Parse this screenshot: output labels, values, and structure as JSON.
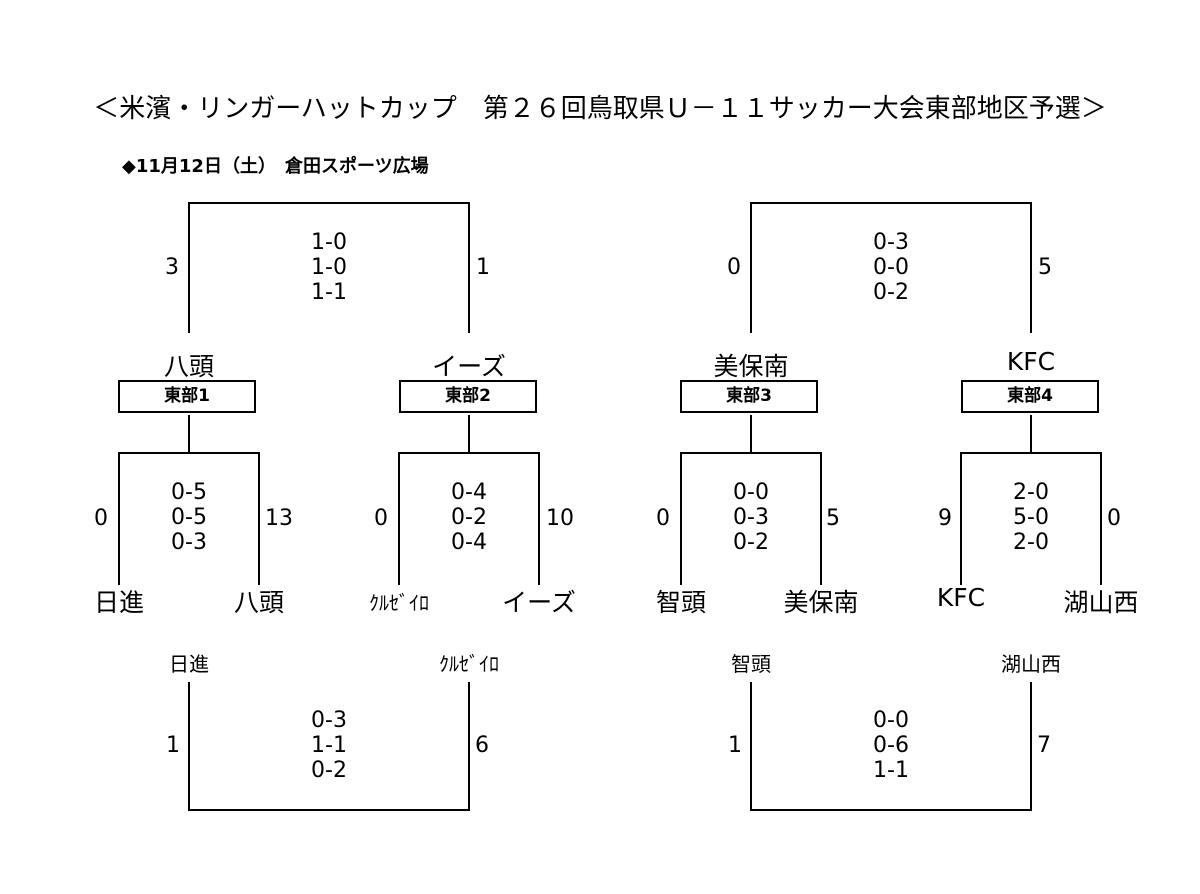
{
  "title": "＜米濱・リンガーハットカップ　第２６回鳥取県Ｕ－１１サッカー大会東部地区予選＞",
  "subtitle": "◆11月12日（土）　倉田スポーツ広場",
  "groups": [
    {
      "label": "東部1",
      "winner": "八頭",
      "left": "日進",
      "right": "八頭",
      "scores": [
        "0-5",
        "0-5",
        "0-3"
      ],
      "left_total": "0",
      "right_total": "13"
    },
    {
      "label": "東部2",
      "winner": "イーズ",
      "left": "ｸﾙｾﾞｲﾛ",
      "right": "イーズ",
      "scores": [
        "0-4",
        "0-2",
        "0-4"
      ],
      "left_total": "0",
      "right_total": "10"
    },
    {
      "label": "東部3",
      "winner": "美保南",
      "left": "智頭",
      "right": "美保南",
      "scores": [
        "0-0",
        "0-3",
        "0-2"
      ],
      "left_total": "0",
      "right_total": "5"
    },
    {
      "label": "東部4",
      "winner": "KFC",
      "left": "KFC",
      "right": "湖山西",
      "scores": [
        "2-0",
        "5-0",
        "2-0"
      ],
      "left_total": "9",
      "right_total": "0"
    }
  ],
  "upper": [
    {
      "scores": [
        "1-0",
        "1-0",
        "1-1"
      ],
      "left_total": "3",
      "right_total": "1"
    },
    {
      "scores": [
        "0-3",
        "0-0",
        "0-2"
      ],
      "left_total": "0",
      "right_total": "5"
    }
  ],
  "lower": [
    {
      "left": "日進",
      "right": "ｸﾙｾﾞｲﾛ",
      "scores": [
        "0-3",
        "1-1",
        "0-2"
      ],
      "left_total": "1",
      "right_total": "6"
    },
    {
      "left": "智頭",
      "right": "湖山西",
      "scores": [
        "0-0",
        "0-6",
        "1-1"
      ],
      "left_total": "1",
      "right_total": "7"
    }
  ]
}
